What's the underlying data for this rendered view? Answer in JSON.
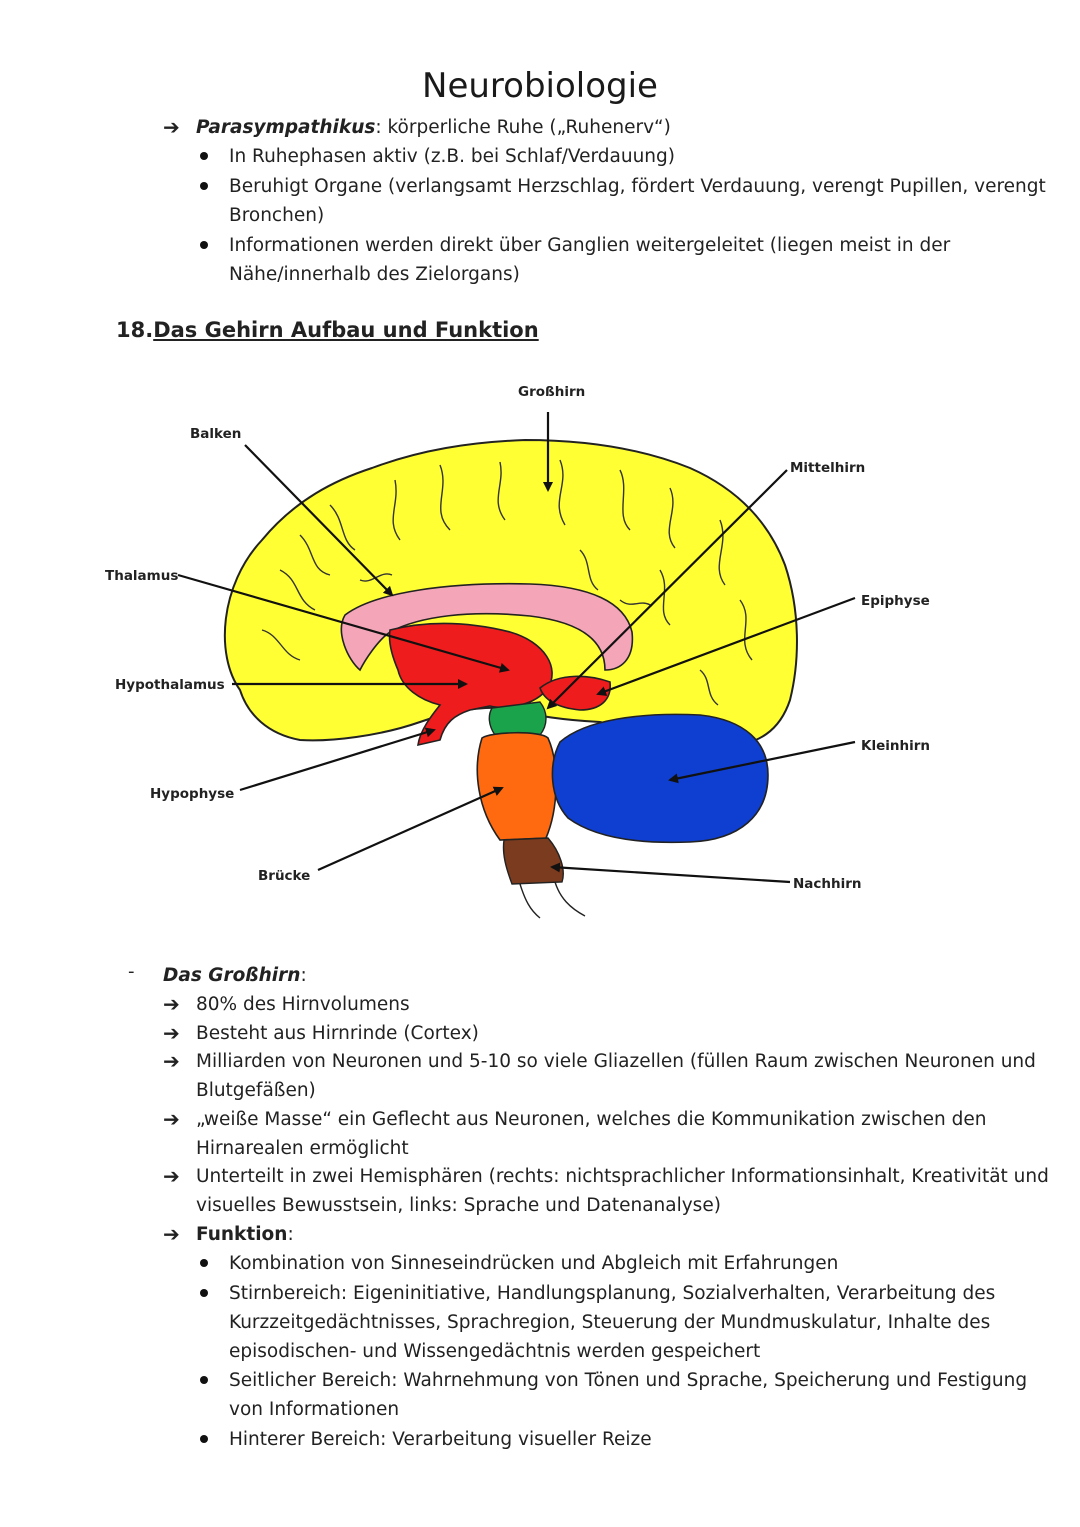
{
  "page_title": "Neurobiologie",
  "parasympathikus": {
    "term": "Parasympathikus",
    "rest": ": körperliche Ruhe („Ruhenerv“)",
    "bullets": [
      "In Ruhephasen aktiv (z.B. bei Schlaf/Verdauung)",
      "Beruhigt Organe (verlangsamt Herzschlag, fördert Verdauung, verengt Pupillen, verengt",
      "Bronchen)",
      "Informationen werden direkt über Ganglien weitergeleitet (liegen meist in der",
      "Nähe/innerhalb des Zielorgans)"
    ]
  },
  "section": {
    "number": "18.",
    "title": "Das Gehirn Aufbau und Funktion"
  },
  "diagram_labels": {
    "grosshirn": "Großhirn",
    "balken": "Balken",
    "mittelhirn": "Mittelhirn",
    "thalamus": "Thalamus",
    "epiphyse": "Epiphyse",
    "hypothalamus": "Hypothalamus",
    "kleinhirn": "Kleinhirn",
    "hypophyse": "Hypophyse",
    "bruecke": "Brücke",
    "nachhirn": "Nachhirn"
  },
  "grosshirn_section": {
    "dash": "-",
    "heading": "Das Großhirn",
    "colon": ":",
    "points": [
      "80% des Hirnvolumens",
      "Besteht aus Hirnrinde (Cortex)",
      "Milliarden von Neuronen und 5-10 so viele Gliazellen (füllen Raum zwischen Neuronen und",
      "Blutgefäßen)",
      "„weiße Masse“ ein Geflecht aus Neuronen, welches die Kommunikation zwischen den",
      "Hirnarealen ermöglicht",
      "Unterteilt in zwei Hemisphären (rechts: nichtsprachlicher Informationsinhalt, Kreativität und",
      "visuelles Bewusstsein, links: Sprache und Datenanalyse)"
    ],
    "funktion_label": "Funktion",
    "funktion_bullets": [
      "Kombination von Sinneseindrücken und Abgleich mit Erfahrungen",
      "Stirnbereich: Eigeninitiative, Handlungsplanung, Sozialverhalten, Verarbeitung des",
      "Kurzzeitgedächtnisses, Sprachregion, Steuerung der Mundmuskulatur, Inhalte des",
      "episodischen- und Wissengedächtnis werden gespeichert",
      "Seitlicher Bereich: Wahrnehmung von Tönen und Sprache, Speicherung und Festigung",
      "von Informationen",
      "Hinterer Bereich: Verarbeitung visueller Reize"
    ]
  },
  "colors": {
    "grosshirn": "#ffff33",
    "balken": "#f4a6b8",
    "zwischenhirn": "#ee1c1c",
    "mittelhirn": "#1aa34a",
    "bruecke": "#ff6a10",
    "kleinhirn": "#0f3fd0",
    "nachhirn": "#7a3b1e"
  }
}
